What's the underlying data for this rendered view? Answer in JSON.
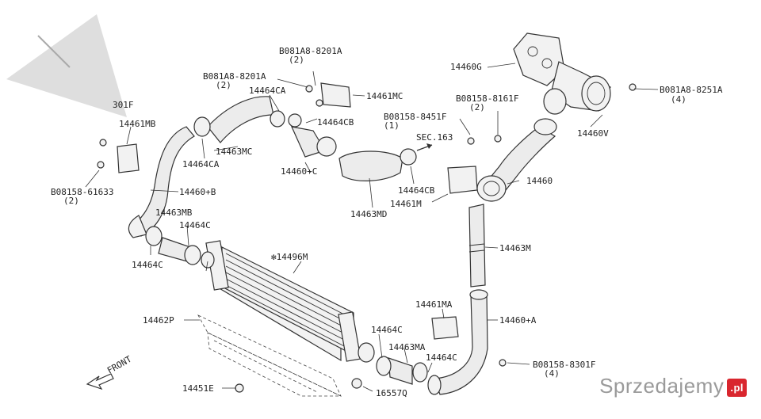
{
  "labels": {
    "l14460G": "14460G",
    "l081A8_8251A": "B081A8-8251A",
    "l081A8_8251A_q": "(4)",
    "l081A8_8201A_top": "B081A8-8201A",
    "l081A8_8201A_top_q": "(2)",
    "l081A8_8201A_mid": "B081A8-8201A",
    "l081A8_8201A_mid_q": "(2)",
    "l14461MC": "14461MC",
    "l14464CA_top": "14464CA",
    "l08158_8161F": "B08158-8161F",
    "l08158_8161F_q": "(2)",
    "l14460V": "14460V",
    "l08158_8451F": "B08158-8451F",
    "l08158_8451F_q": "(1)",
    "l14464CB_top": "14464CB",
    "l301F": "301F",
    "l14461MB": "14461MB",
    "l14463MC": "14463MC",
    "lSEC163": "SEC.163",
    "l14464CA_mid": "14464CA",
    "l14460C": "14460+C",
    "l14464CB_mid": "14464CB",
    "l14460": "14460",
    "l08158_61633": "B08158-61633",
    "l08158_61633_q": "(2)",
    "l14460B": "14460+B",
    "l14463MD": "14463MD",
    "l14461M": "14461M",
    "l14463MB": "14463MB",
    "l14464C_a": "14464C",
    "l14496M": "✻14496M",
    "l14463M": "14463M",
    "l14464C_b": "14464C",
    "l14461MA": "14461MA",
    "l14460A": "14460+A",
    "l14462P": "14462P",
    "l14464C_c": "14464C",
    "l14463MA": "14463MA",
    "l14464C_d": "14464C",
    "l08158_8301F": "B08158-8301F",
    "l08158_8301F_q": "(4)",
    "lFRONT": "FRONT",
    "l14451E": "14451E",
    "l16557Q": "16557Q"
  },
  "watermark": {
    "text": "Sprzedajemy",
    "badge": ".pl"
  },
  "colors": {
    "line": "#333333",
    "part_fill": "#f2f2f2",
    "watermark": "#9a9a9a",
    "badge": "#d9262e"
  }
}
